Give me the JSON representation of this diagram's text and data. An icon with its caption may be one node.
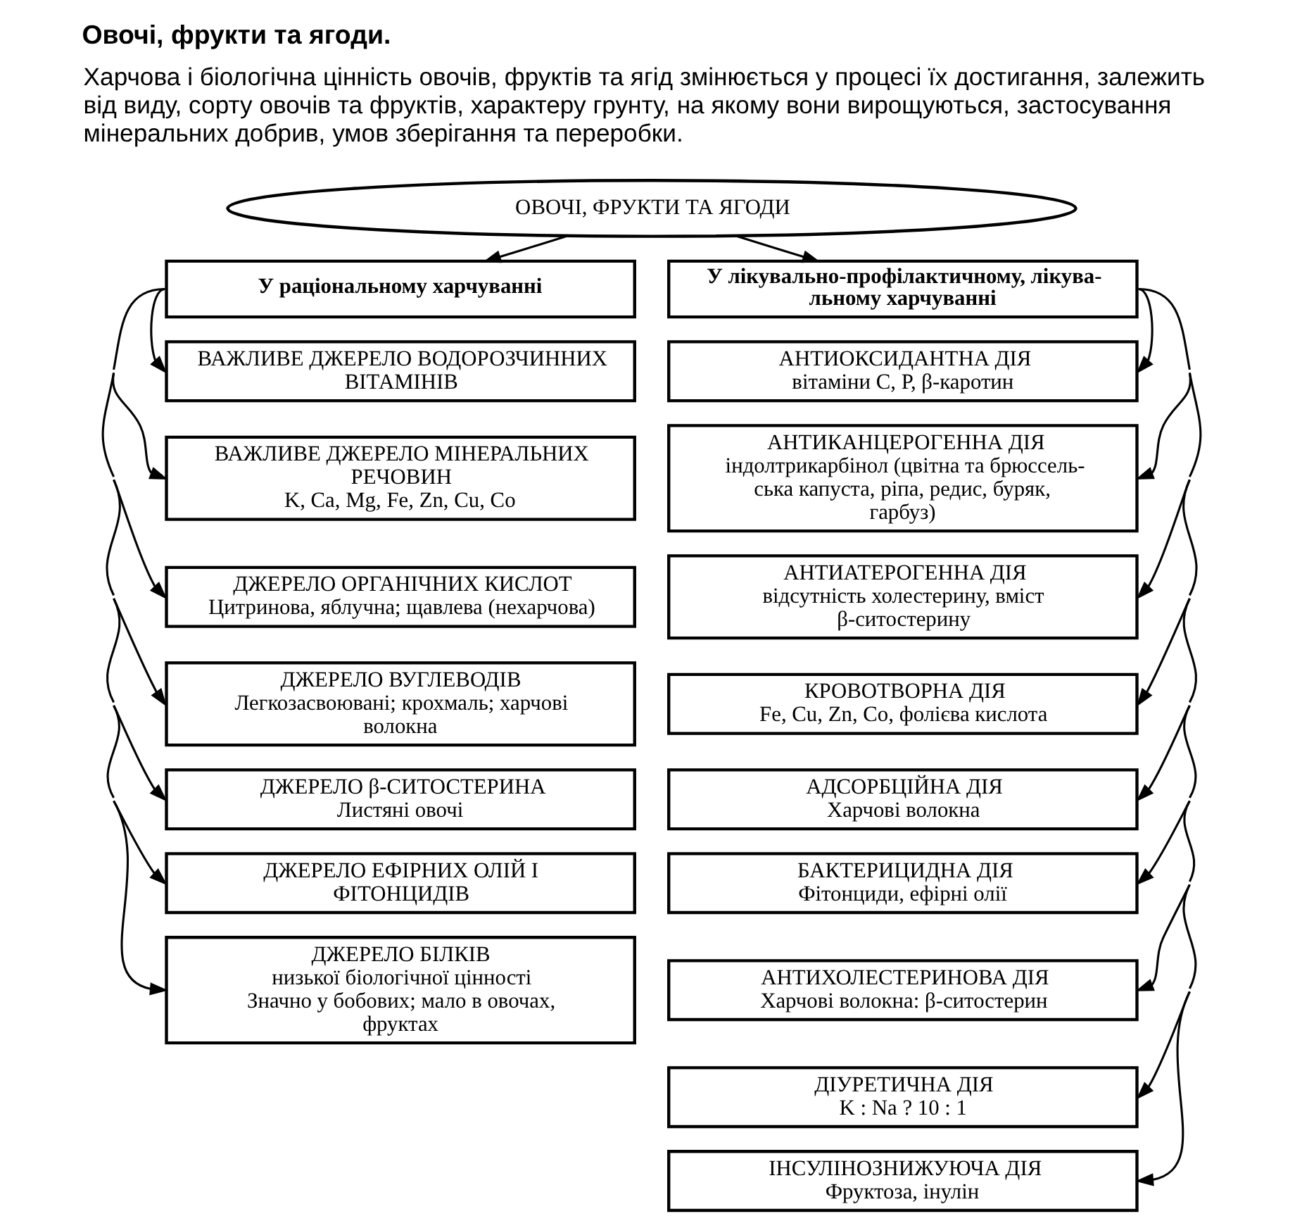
{
  "diagram": {
    "title": "Овочі, фрукти та ягоди.",
    "nodes": [
      {
        "text": [
          "ОВОЧІ, ФРУКТИ ТА ЯГОДИ"
        ]
      },
      {
        "text": [
          "У раціональному харчуванні"
        ]
      },
      {
        "text": [
          "ВАЖЛИВЕ ДЖЕРЕЛО ВОДОРОЗЧИННИХ ВІТАМІНІВ"
        ]
      },
      {
        "text": [
          "ВАЖЛИВЕ ДЖЕРЕЛО МІНЕРАЛЬНИХ РЕЧОВИН",
          "K, Ca, Mg, Fe, Zn, Cu, Co"
        ]
      },
      {
        "text": [
          "ДЖЕРЕЛО ОРГАНІЧНИХ КИСЛОТ",
          "Цитринова, яблучна; щавлева (нехарчова)"
        ]
      },
      {
        "text": [
          "ДЖЕРЕЛО ВУГЛЕВОДІВ",
          "Легкозасвоювані; крохмаль; харчові волокна"
        ]
      },
      {
        "text": [
          "ДЖЕРЕЛО β-СИТОСТЕРИНА",
          "Листяні овочі"
        ]
      },
      {
        "text": [
          "ДЖЕРЕЛО ЕФІРНИХ ОЛІЙ І ФІТОНЦИДІВ"
        ]
      },
      {
        "text": [
          "ДЖЕРЕЛО БІЛКІВ",
          "низької біологічної цінності",
          "Значно у бобових; мало в овочах, фруктах"
        ]
      },
      {
        "text": [
          "У лікувально-профілактичному, лікува- льному харчуванні"
        ]
      },
      {
        "text": [
          "АНТИОКСИДАНТНА ДІЯ",
          "вітаміни С, Р, β-каротин"
        ]
      },
      {
        "text": [
          "АНТИКАНЦЕРОГЕННА ДІЯ",
          "індолтрикарбінол (цвітна та брюссель- ська капуста, ріпа, редис, буряк, гарбуз)"
        ]
      },
      {
        "text": [
          "АНТИАТЕРОГЕННА ДІЯ",
          "відсутність холестерину, вміст β-ситостерину"
        ]
      },
      {
        "text": [
          "КРОВОТВОРНА ДІЯ",
          "Fe, Cu, Zn, Co, фолієва кислота"
        ]
      },
      {
        "text": [
          "АДСОРБЦІЙНА ДІЯ",
          "Харчові волокна"
        ]
      },
      {
        "text": [
          "БАКТЕРИЦИДНА ДІЯ",
          "Фітонциди, ефірні олії"
        ]
      },
      {
        "text": [
          "АНТИХОЛЕСТЕРИНОВА ДІЯ",
          "Харчові волокна: β-ситостерин"
        ]
      },
      {
        "text": [
          "ДІУРЕТИЧНА ДІЯ",
          "K : Na ? 10 : 1"
        ]
      },
      {
        "text": [
          "ІНСУЛІНОЗНИЖУЮЧА ДІЯ",
          "Фруктоза, інулін"
        ]
      }
    ],
    "edges": [
      {
        "from": 0,
        "to": 1,
        "arrow": "to"
      },
      {
        "from": 0,
        "to": 9,
        "arrow": "to"
      },
      {
        "from": 1,
        "to": 2,
        "arrow": "to"
      },
      {
        "from": 1,
        "to": 3,
        "arrow": "to"
      },
      {
        "from": 1,
        "to": 4,
        "arrow": "to"
      },
      {
        "from": 1,
        "to": 5,
        "arrow": "to"
      },
      {
        "from": 1,
        "to": 6,
        "arrow": "to"
      },
      {
        "from": 1,
        "to": 7,
        "arrow": "to"
      },
      {
        "from": 1,
        "to": 8,
        "arrow": "to"
      },
      {
        "from": 9,
        "to": 10,
        "arrow": "to"
      },
      {
        "from": 9,
        "to": 11,
        "arrow": "to"
      },
      {
        "from": 9,
        "to": 12,
        "arrow": "to"
      },
      {
        "from": 9,
        "to": 13,
        "arrow": "to"
      },
      {
        "from": 9,
        "to": 14,
        "arrow": "to"
      },
      {
        "from": 9,
        "to": 15,
        "arrow": "to"
      },
      {
        "from": 9,
        "to": 16,
        "arrow": "to"
      },
      {
        "from": 9,
        "to": 17,
        "arrow": "to"
      },
      {
        "from": 9,
        "to": 18,
        "arrow": "to"
      }
    ],
    "labels": [
      "Харчова і біологічна цінність овочів, фруктів та ягід змінюється у процесі їх достигання, залежить від виду, сорту овочів та фруктів, характеру грунту, на якому вони вирощуються, застосування мінеральних добрив, умов зберігання та переробки."
    ]
  }
}
